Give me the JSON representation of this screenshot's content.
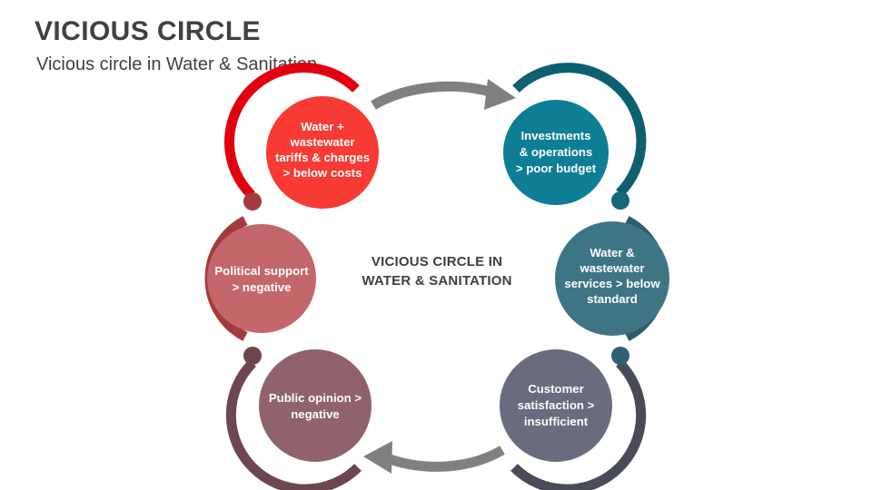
{
  "header": {
    "title": "VICIOUS CIRCLE",
    "subtitle": "Vicious circle in Water & Sanitation"
  },
  "diagram": {
    "center_label_line1": "VICIOUS CIRCLE IN",
    "center_label_line2": "WATER & SANITATION",
    "type": "cycle",
    "direction": "clockwise",
    "nodes": [
      {
        "id": "tariffs",
        "position": "top-left",
        "color": "#F73A33",
        "arc_color": "#E2000F",
        "dot_color": "#A33A3E",
        "lines": [
          "Water +",
          "wastewater",
          "tariffs & charges",
          "> below costs"
        ]
      },
      {
        "id": "investments",
        "position": "top-right",
        "color": "#0E7E95",
        "arc_color": "#0D6070",
        "dot_color": "#15687C",
        "lines": [
          "Investments",
          "& operations",
          "> poor budget"
        ]
      },
      {
        "id": "services",
        "position": "right",
        "color": "#3E7585",
        "arc_color": "#2E5C6B",
        "dot_color": "#2E6073",
        "lines": [
          "Water &",
          "wastewater",
          "services > below",
          "standard"
        ]
      },
      {
        "id": "customer",
        "position": "bottom-right",
        "color": "#686C7E",
        "arc_color": "#4A4B58",
        "dot_color": "#4A4B58",
        "lines": [
          "Customer",
          "satisfaction >",
          "insufficient"
        ]
      },
      {
        "id": "public-opinion",
        "position": "bottom-left",
        "color": "#8F626C",
        "arc_color": "#6E4650",
        "dot_color": "#6E4650",
        "lines": [
          "Public opinion >",
          "negative"
        ]
      },
      {
        "id": "political-support",
        "position": "left",
        "color": "#C4676B",
        "arc_color": "#A33A3E",
        "dot_color": "#8F626C",
        "lines": [
          "Political support",
          "> negative"
        ]
      }
    ],
    "arrows": [
      {
        "id": "top-arrow",
        "from": "tariffs",
        "to": "investments",
        "color": "#808080",
        "direction": "right"
      },
      {
        "id": "bottom-arrow",
        "from": "customer",
        "to": "public-opinion",
        "color": "#808080",
        "direction": "left"
      }
    ]
  }
}
